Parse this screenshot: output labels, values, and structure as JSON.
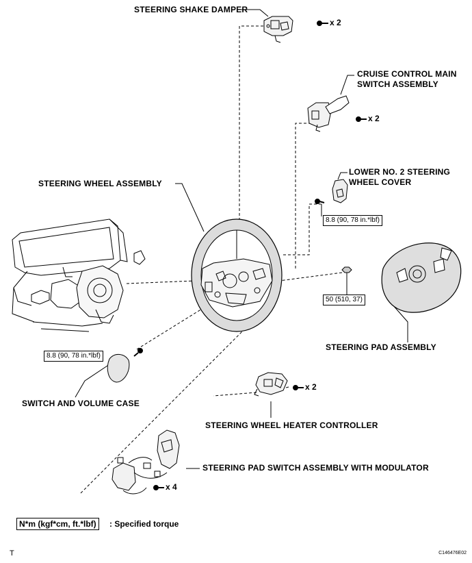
{
  "labels": {
    "shake_damper": "STEERING SHAKE DAMPER",
    "cruise_line1": "CRUISE CONTROL MAIN",
    "cruise_line2": "SWITCH ASSEMBLY",
    "wheel_assembly": "STEERING WHEEL ASSEMBLY",
    "lower_cover_line1": "LOWER NO. 2 STEERING",
    "lower_cover_line2": "WHEEL COVER",
    "pad_assembly": "STEERING PAD ASSEMBLY",
    "switch_volume_case": "SWITCH AND VOLUME CASE",
    "heater_controller": "STEERING WHEEL HEATER CONTROLLER",
    "pad_switch": "STEERING PAD SWITCH ASSEMBLY WITH MODULATOR"
  },
  "quantities": {
    "shake_damper": "x 2",
    "cruise": "x 2",
    "heater": "x 2",
    "pad_switch": "x 4"
  },
  "torques": {
    "lower_cover": "8.8 (90, 78 in.*lbf)",
    "pad_nut": "50 (510, 37)",
    "switch_case": "8.8 (90, 78 in.*lbf)"
  },
  "legend": {
    "unit": "N*m (kgf*cm, ft.*lbf)",
    "text": ": Specified torque"
  },
  "footer": {
    "corner_mark": "T",
    "figure_code": "C146476E02"
  }
}
